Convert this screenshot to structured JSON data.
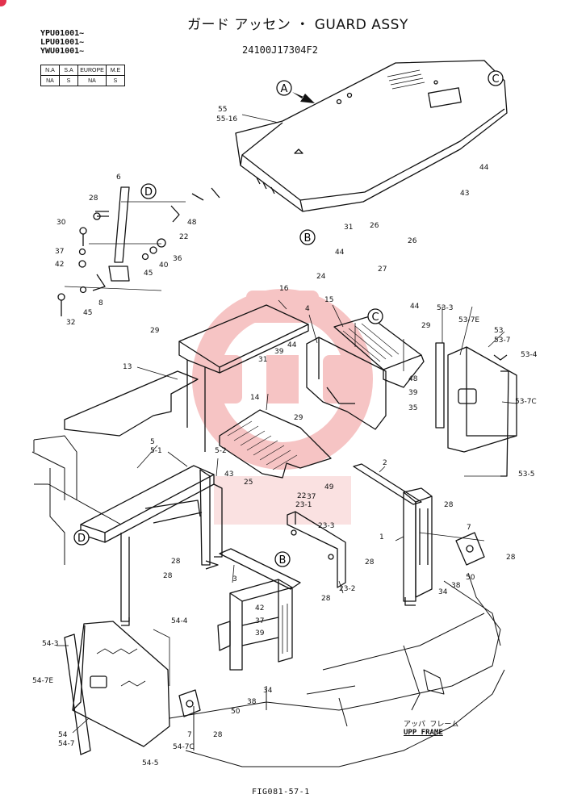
{
  "header": {
    "title": "ガード アッセン ・ GUARD ASSY",
    "serials": [
      "YPU01001~",
      "LPU01001~",
      "YWU01001~"
    ],
    "part_number": "24100J17304F2"
  },
  "region_table": {
    "headers": [
      "N.A",
      "S.A",
      "EUROPE",
      "M.E"
    ],
    "values": [
      "NA",
      "S",
      "NA",
      "S"
    ]
  },
  "callouts": [
    {
      "letter": "A"
    },
    {
      "letter": "C"
    },
    {
      "letter": "B"
    },
    {
      "letter": "D"
    },
    {
      "letter": "C"
    },
    {
      "letter": "D"
    },
    {
      "letter": "B"
    }
  ],
  "labels": [
    "55",
    "55-16",
    "44",
    "43",
    "6",
    "28",
    "48",
    "22",
    "30",
    "37",
    "42",
    "8",
    "45",
    "40",
    "36",
    "45",
    "32",
    "31",
    "24",
    "26",
    "44",
    "26",
    "27",
    "44",
    "16",
    "4",
    "15",
    "29",
    "53-3",
    "53-7E",
    "53",
    "53-7",
    "53-4",
    "13",
    "29",
    "31",
    "39",
    "44",
    "48",
    "39",
    "35",
    "53-7C",
    "14",
    "29",
    "53-5",
    "5",
    "5-1",
    "5-2",
    "43",
    "25",
    "2",
    "28",
    "7",
    "28",
    "22",
    "23-1",
    "37",
    "49",
    "23-3",
    "28",
    "28",
    "3",
    "23-2",
    "1",
    "28",
    "34",
    "38",
    "50",
    "42",
    "37",
    "39",
    "28",
    "54-4",
    "54-3",
    "54-7E",
    "54",
    "54-7",
    "54-5",
    "54-7C",
    "7",
    "34",
    "38",
    "50",
    "28"
  ],
  "footer": {
    "upp_frame_jp": "アッパ フレーム",
    "upp_frame_en": "UPP FRAME",
    "figure_number": "FIG081-57-1"
  }
}
